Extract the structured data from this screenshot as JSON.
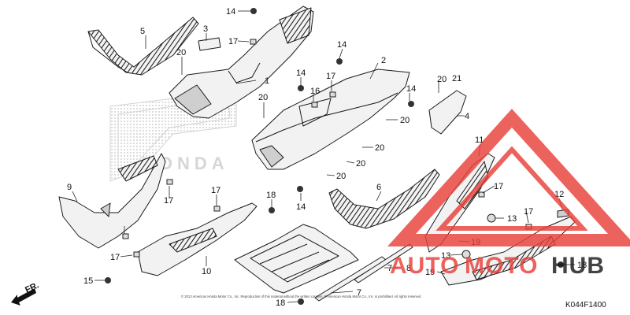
{
  "diagram": {
    "code": "K044F1400",
    "copyright": "© 2013 American Honda Motor Co., Inc. Reproduction of this material without the written consent of American Honda Motor Co., Inc. is prohibited. All rights reserved.",
    "brand": "HONDA",
    "front_label": "FR."
  },
  "watermark": {
    "word_a": "AUTO",
    "word_b": "MOTO",
    "word_c": "HUB",
    "colors": {
      "red": "#e8403a",
      "black": "#1a1a1a"
    }
  },
  "callouts": [
    "1",
    "2",
    "3",
    "4",
    "5",
    "6",
    "7",
    "7",
    "8",
    "9",
    "10",
    "11",
    "12",
    "13",
    "13",
    "14",
    "14",
    "14",
    "14",
    "14",
    "15",
    "16",
    "17",
    "17",
    "17",
    "17",
    "17",
    "17",
    "17",
    "18",
    "18",
    "18",
    "19",
    "19",
    "20",
    "20",
    "20",
    "20",
    "20",
    "20",
    "20",
    "21"
  ],
  "colors": {
    "panel_fill": "#f2f2f2",
    "stripe": "#222222",
    "logo_dots": "#c8c8c8"
  }
}
